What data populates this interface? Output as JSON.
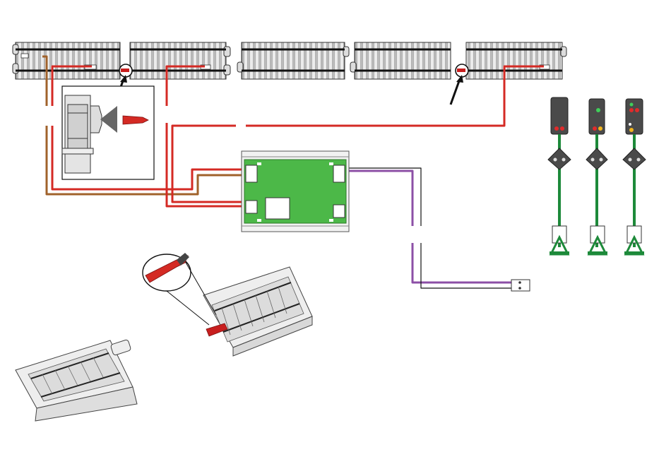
{
  "diagram": {
    "kind": "model-railway-wiring-illustration",
    "text_labels": [],
    "wire_colors": {
      "red": "#d42a24",
      "brown": "#a0622b",
      "violet": "#8c4fa6",
      "black": "#111111",
      "white": "#ffffff"
    },
    "board_color": "#4cb848",
    "signal_mast_color": "#1d8a3a",
    "signal_head_color": "#4a4a4a",
    "track_sleeper_color": "#dcdcdc",
    "connector_color": "#c81e1e",
    "icons": [
      "straight-track-section",
      "insulating-connector",
      "decoder-circuit-board",
      "light-signal",
      "pin-plug",
      "track-ramp"
    ]
  }
}
